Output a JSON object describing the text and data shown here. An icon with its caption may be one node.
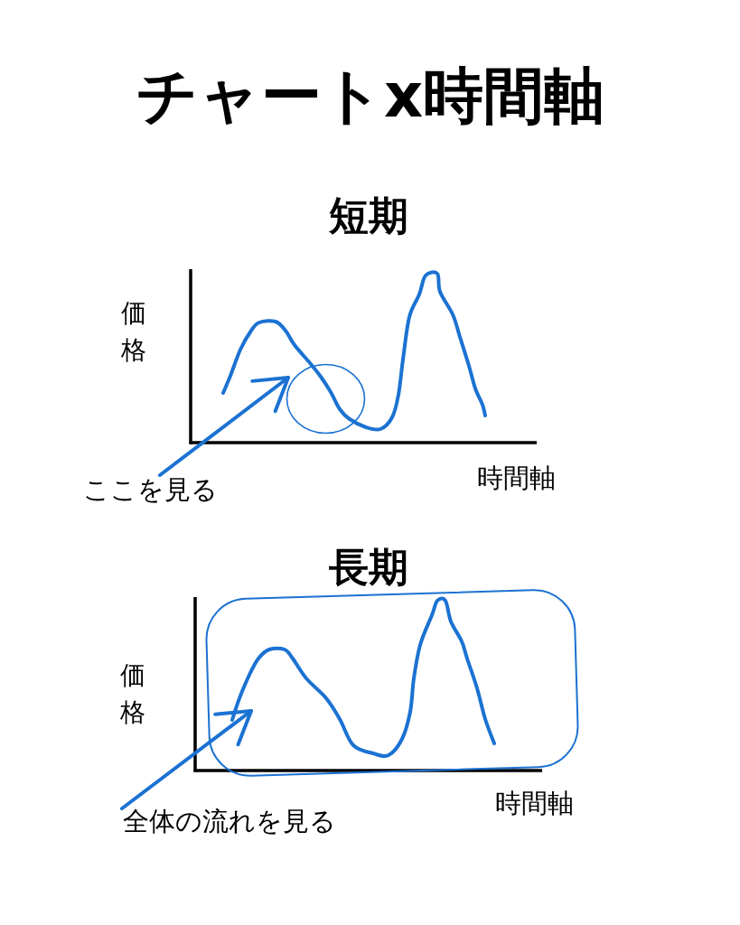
{
  "diagram": {
    "title": "チャートx時間軸",
    "nodes": [
      {
        "text": [],
        "shape": "circle"
      },
      {
        "text": [
          "ここを見る"
        ]
      },
      {
        "text": [],
        "shape": "box"
      },
      {
        "text": [
          "全体の流れを見る"
        ]
      }
    ],
    "edges": [
      {
        "from": 1,
        "to": 0,
        "arrow": "to"
      },
      {
        "from": 3,
        "to": 2,
        "arrow": "to"
      }
    ],
    "labels": [
      "短期",
      "価格",
      "時間軸",
      "長期",
      "価格",
      "時間軸"
    ]
  }
}
